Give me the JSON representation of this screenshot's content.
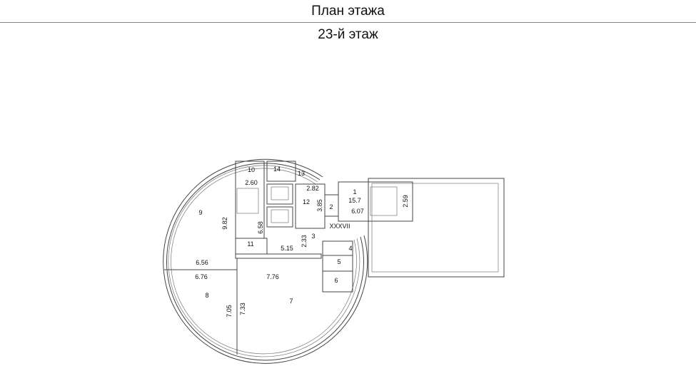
{
  "header": {
    "title": "План этажа",
    "floor": "23-й этаж"
  },
  "plan": {
    "rooms": [
      {
        "id": "1",
        "label": "1",
        "area": "15.7",
        "dim": "6.07"
      },
      {
        "id": "2",
        "label": "2"
      },
      {
        "id": "3",
        "label": "3"
      },
      {
        "id": "4",
        "label": "4"
      },
      {
        "id": "5",
        "label": "5"
      },
      {
        "id": "6",
        "label": "6"
      },
      {
        "id": "7",
        "label": "7"
      },
      {
        "id": "8",
        "label": "8"
      },
      {
        "id": "9",
        "label": "9"
      },
      {
        "id": "10",
        "label": "10"
      },
      {
        "id": "11",
        "label": "11"
      },
      {
        "id": "12",
        "label": "12"
      },
      {
        "id": "13",
        "label": "13"
      },
      {
        "id": "14",
        "label": "14"
      }
    ],
    "dims": [
      "2.60",
      "2.82",
      "3.85",
      "9.82",
      "6.58",
      "2.33",
      "5.15",
      "6.56",
      "6.76",
      "7.76",
      "7.05",
      "7.33",
      "2.59"
    ],
    "section": "XXXVII"
  }
}
